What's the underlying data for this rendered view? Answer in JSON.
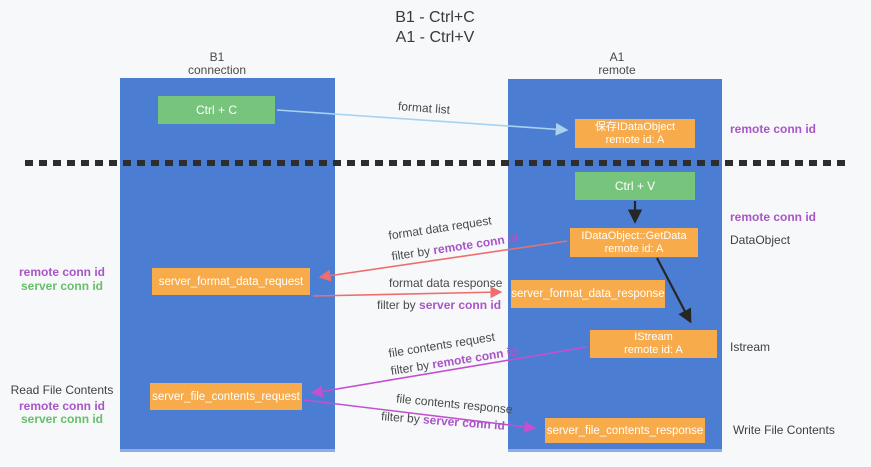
{
  "title": {
    "line1": "B1 - Ctrl+C",
    "line2": "A1 - Ctrl+V"
  },
  "lifelines": {
    "left": {
      "name": "B1",
      "role": "connection"
    },
    "right": {
      "name": "A1",
      "role": "remote"
    }
  },
  "boxes": {
    "ctrl_c": {
      "label": "Ctrl + C"
    },
    "ctrl_v": {
      "label": "Ctrl + V"
    },
    "save_dataobject": {
      "line1": "保存IDataObject",
      "line2": "remote id: A"
    },
    "getdata": {
      "line1": "IDataObject::GetData",
      "line2": "remote id: A"
    },
    "istream": {
      "line1": "IStream",
      "line2": "remote id: A"
    },
    "server_format_data_request": {
      "label": "server_format_data_request"
    },
    "server_format_data_response": {
      "label": "server_format_data_response"
    },
    "server_file_contents_request": {
      "label": "server_file_contents_request"
    },
    "server_file_contents_response": {
      "label": "server_file_contents_response"
    }
  },
  "side_labels": {
    "right_remote_conn_top": "remote conn id",
    "right_remote_conn_mid": "remote conn id",
    "right_dataobject": "DataObject",
    "right_istream": "Istream",
    "right_write_file": "Write File Contents",
    "left_remote_conn_top": "remote conn id",
    "left_server_conn_top": "server conn id",
    "left_read_file": "Read File Contents",
    "left_remote_conn_bottom": "remote conn id",
    "left_server_conn_bottom": "server conn id"
  },
  "arrow_labels": {
    "format_list": "format list",
    "format_data_request": "format data request",
    "format_data_request_filter": {
      "prefix": "filter by ",
      "conn": "remote conn id"
    },
    "format_data_response": "format data response",
    "format_data_response_filter": {
      "prefix": "filter by ",
      "conn": "server conn id"
    },
    "file_contents_request": "file contents request",
    "file_contents_request_filter": {
      "prefix": "filter by ",
      "conn": "remote conn id"
    },
    "file_contents_response": "file contents response",
    "file_contents_response_filter": {
      "prefix": "filter by ",
      "conn": "server conn id"
    }
  },
  "colors": {
    "column_blue": "#4b7ed3",
    "box_orange": "#f8ab4b",
    "box_green": "#77c57c",
    "arrow_red": "#ee6e6e",
    "arrow_magenta": "#c44fd0",
    "arrow_light_blue": "#a9d2f0",
    "arrow_black": "#262626",
    "conn_id_purple": "#a855c8",
    "conn_id_green": "#66bf6b"
  }
}
